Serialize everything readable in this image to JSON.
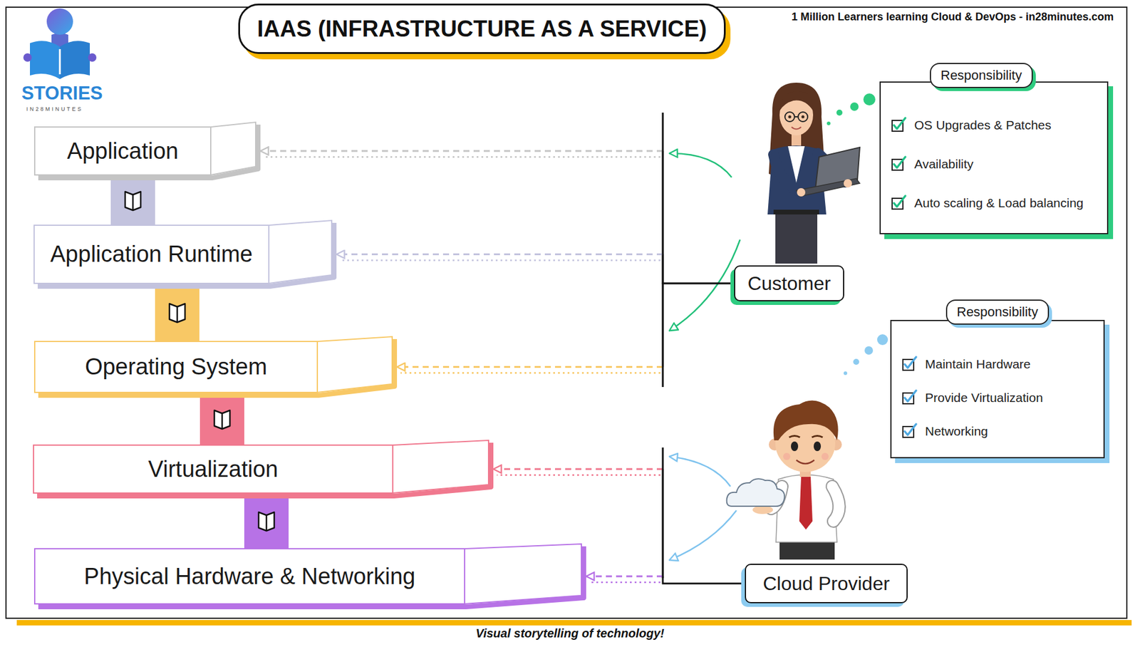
{
  "diagram": {
    "title": "IAAS (INFRASTRUCTURE AS A SERVICE)",
    "caption": "Visual storytelling of technology!",
    "nodes": [
      {
        "text": [
          "Application"
        ]
      },
      {
        "text": [
          "Application Runtime"
        ]
      },
      {
        "text": [
          "Operating System"
        ]
      },
      {
        "text": [
          "Virtualization"
        ]
      },
      {
        "text": [
          "Physical Hardware & Networking"
        ]
      },
      {
        "text": [
          "Customer"
        ]
      },
      {
        "text": [
          "Responsibility",
          "OS Upgrades & Patches",
          "Availability",
          "Auto scaling & Load balancing"
        ]
      },
      {
        "text": [
          "Cloud Provider"
        ]
      },
      {
        "text": [
          "Responsibility",
          "Maintain Hardware",
          "Provide Virtualization",
          "Networking"
        ]
      }
    ],
    "edges": [
      {
        "from": 0,
        "to": 1,
        "arrow": "none"
      },
      {
        "from": 1,
        "to": 2,
        "arrow": "none"
      },
      {
        "from": 2,
        "to": 3,
        "arrow": "none"
      },
      {
        "from": 3,
        "to": 4,
        "arrow": "none"
      },
      {
        "from": 5,
        "to": 0,
        "arrow": "to"
      },
      {
        "from": 5,
        "to": 1,
        "arrow": "to"
      },
      {
        "from": 5,
        "to": 2,
        "arrow": "to"
      },
      {
        "from": 7,
        "to": 3,
        "arrow": "to"
      },
      {
        "from": 7,
        "to": 4,
        "arrow": "to"
      }
    ],
    "labels": [
      "1 Million Learners learning Cloud & DevOps - in28minutes.com",
      "STORIES",
      "IN28MINUTES"
    ]
  }
}
